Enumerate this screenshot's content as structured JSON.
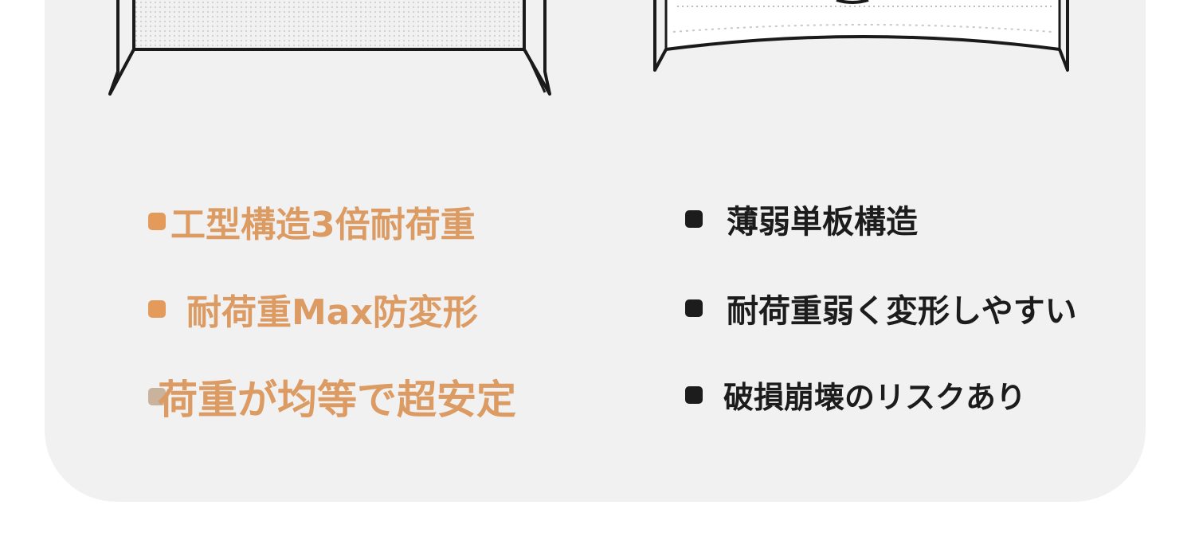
{
  "colors": {
    "panel_bg": "#f2f1f2",
    "accent_orange": "#dc9b62",
    "text_dark": "#1c1c1c"
  },
  "left_features": [
    {
      "text": "工型構造3倍耐荷重"
    },
    {
      "text": "耐荷重Max防変形"
    },
    {
      "text": "荷重が均等で超安定"
    }
  ],
  "right_features": [
    {
      "text": "薄弱単板構造"
    },
    {
      "text": "耐荷重弱く変形しやすい"
    },
    {
      "text": "破損崩壊のリスクあり"
    }
  ],
  "icons": {
    "left_illustration": "rigid-shelf-drawing",
    "right_illustration": "bent-shelf-drawing"
  }
}
